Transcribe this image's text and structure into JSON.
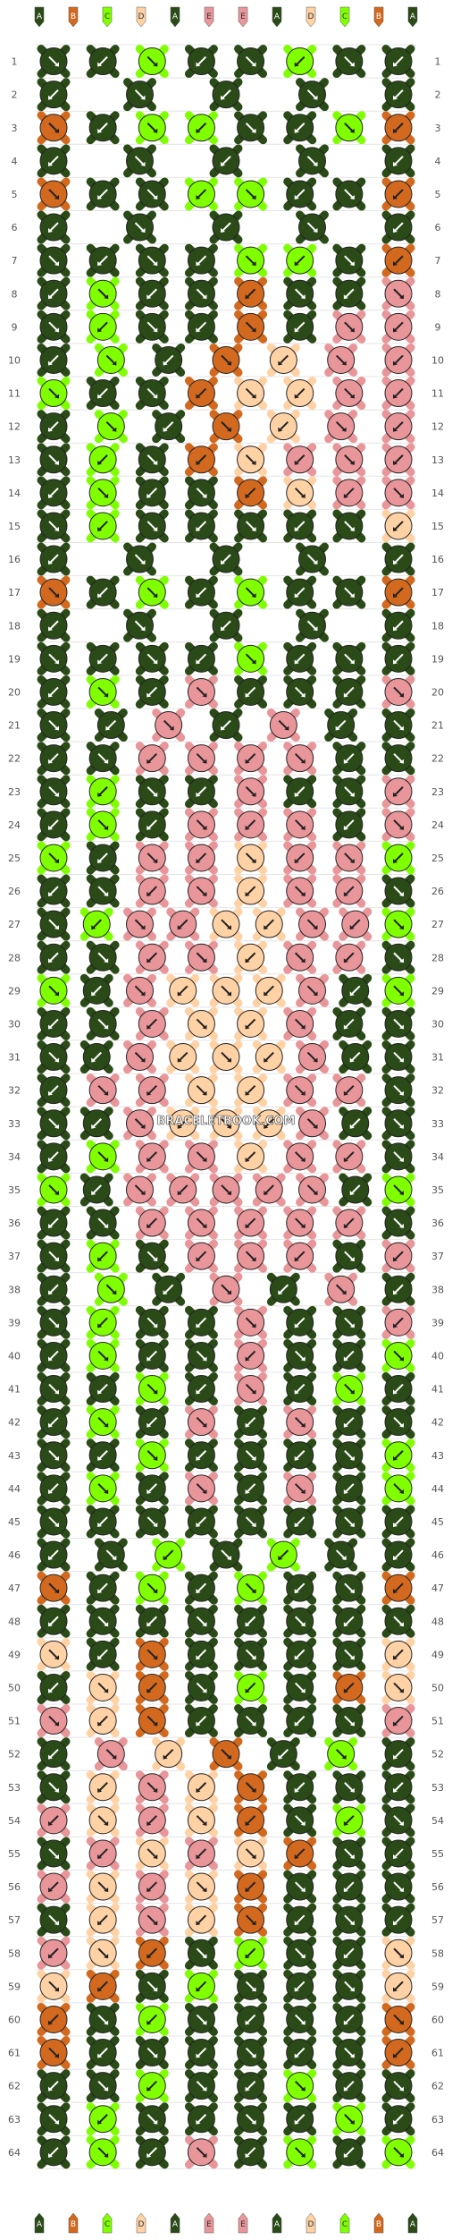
{
  "watermark": "BRACELETBOOK.COM",
  "colors": {
    "A": "#2a4a17",
    "B": "#d2691e",
    "C": "#80ff00",
    "D": "#ffd2a6",
    "E": "#e8969a"
  },
  "strings_top": [
    "A",
    "B",
    "C",
    "D",
    "A",
    "E",
    "E",
    "A",
    "D",
    "C",
    "B",
    "A"
  ],
  "strings_bottom": [
    "A",
    "B",
    "C",
    "D",
    "A",
    "E",
    "E",
    "A",
    "D",
    "C",
    "B",
    "A"
  ],
  "row_numbers": [
    1,
    2,
    3,
    4,
    5,
    6,
    7,
    8,
    9,
    10,
    11,
    12,
    13,
    14,
    15,
    16,
    17,
    18,
    19,
    20,
    21,
    22,
    23,
    24,
    25,
    26,
    27,
    28,
    29,
    30,
    31,
    32,
    33,
    34,
    35,
    36,
    37,
    38,
    39,
    40,
    41,
    42,
    43,
    44,
    45,
    46,
    47,
    48,
    49,
    50,
    51,
    52,
    53,
    54,
    55,
    56,
    57,
    58,
    59,
    60,
    61,
    62,
    63,
    64
  ],
  "knot_rows": [
    "AACAACAA",
    "AAAAA",
    "BACCAACB",
    "AAAAA",
    "BAACCAAB",
    "AAAAA",
    "AAAACCAB",
    "ACAABAAE",
    "ACAABAEE",
    "ACABDEE",
    "CAABDDEE",
    "ACABDEE",
    "ACABDEEE",
    "ACAABDEE",
    "ACAAAAAD",
    "AAAAA",
    "BACACAAB",
    "AAAAA",
    "AAAACAAA",
    "ACAEAAAE",
    "AAEAEAA",
    "AAEEEEAA",
    "ACAAEAAE",
    "ACAEEEAE",
    "CAEEDEEC",
    "AAEEDEEA",
    "ACEEDDEEC",
    "AAEEDEEA",
    "CAEDDDEAC",
    "AAEDDEAA",
    "AAEDDDEAA",
    "AEEDDEEA",
    "AAEDDDEAA",
    "ACEEDEEA",
    "CAEEEEEAC",
    "AAEEEEEA",
    "ACAEEEAE",
    "ACAEAEA",
    "ACAAEAAE",
    "ACAAEAAC",
    "AACAEACA",
    "ACAEAEAA",
    "AACAAAAC",
    "ACAEAEAC",
    "AAAAAAAA",
    "AACACAA",
    "BACACAAB",
    "AAAAAAAA",
    "DABAAAAD",
    "ADBACABD",
    "EDBAAAAE",
    "AEDBACA",
    "ADEDBAAA",
    "EDEDBACA",
    "AEDEDBAA",
    "EDEDBAAA",
    "ADEDBAAA",
    "EDBACAAD",
    "DBACAAAD",
    "BACAAAAB",
    "BAAAAAAB",
    "AACAACAA",
    "ACAAAACA",
    "ACAEACAC"
  ]
}
